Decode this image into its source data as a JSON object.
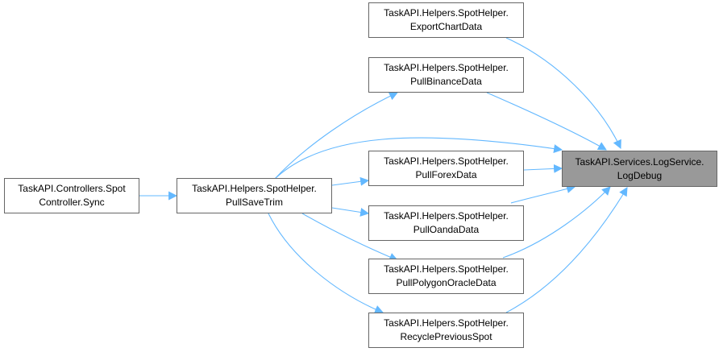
{
  "diagram": {
    "edge_color": "#63b8ff",
    "nodes": {
      "sync": {
        "line1": "TaskAPI.Controllers.Spot",
        "line2": "Controller.Sync"
      },
      "pullsavetrim": {
        "line1": "TaskAPI.Helpers.SpotHelper.",
        "line2": "PullSaveTrim"
      },
      "exportchartdata": {
        "line1": "TaskAPI.Helpers.SpotHelper.",
        "line2": "ExportChartData"
      },
      "pullbinancedata": {
        "line1": "TaskAPI.Helpers.SpotHelper.",
        "line2": "PullBinanceData"
      },
      "pullforexdata": {
        "line1": "TaskAPI.Helpers.SpotHelper.",
        "line2": "PullForexData"
      },
      "pulloandadata": {
        "line1": "TaskAPI.Helpers.SpotHelper.",
        "line2": "PullOandaData"
      },
      "pullpolygonoracledata": {
        "line1": "TaskAPI.Helpers.SpotHelper.",
        "line2": "PullPolygonOracleData"
      },
      "recyclepreviousspot": {
        "line1": "TaskAPI.Helpers.SpotHelper.",
        "line2": "RecyclePreviousSpot"
      },
      "logdebug": {
        "line1": "TaskAPI.Services.LogService.",
        "line2": "LogDebug"
      }
    }
  }
}
